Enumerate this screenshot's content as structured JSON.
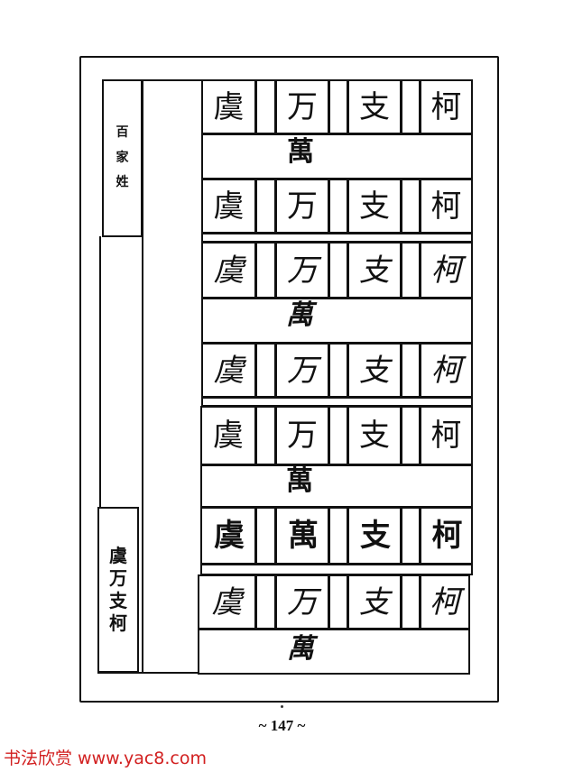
{
  "page": {
    "side_title": [
      "百",
      "家",
      "姓"
    ],
    "side_caption": [
      "虞",
      "万",
      "支",
      "柯"
    ],
    "page_number": "~ 147 ~",
    "watermark_text": "书法欣赏 www.yac8.com",
    "watermark_color": "#d22020"
  },
  "rows": [
    {
      "style": "kai",
      "chars": [
        "虞",
        "万",
        "支",
        "柯"
      ],
      "band": "萬"
    },
    {
      "style": "kai",
      "chars": [
        "虞",
        "万",
        "支",
        "柯"
      ],
      "band": ""
    },
    {
      "style": "cur",
      "chars": [
        "虞",
        "万",
        "支",
        "柯"
      ],
      "band": "萬"
    },
    {
      "style": "cur",
      "chars": [
        "虞",
        "万",
        "支",
        "柯"
      ],
      "band": ""
    },
    {
      "style": "li",
      "chars": [
        "虞",
        "万",
        "支",
        "柯"
      ],
      "band": "萬"
    },
    {
      "style": "seal",
      "chars": [
        "虞",
        "萬",
        "支",
        "柯"
      ],
      "band": ""
    },
    {
      "style": "cur",
      "chars": [
        "虞",
        "万",
        "支",
        "柯"
      ],
      "band": "萬"
    }
  ]
}
